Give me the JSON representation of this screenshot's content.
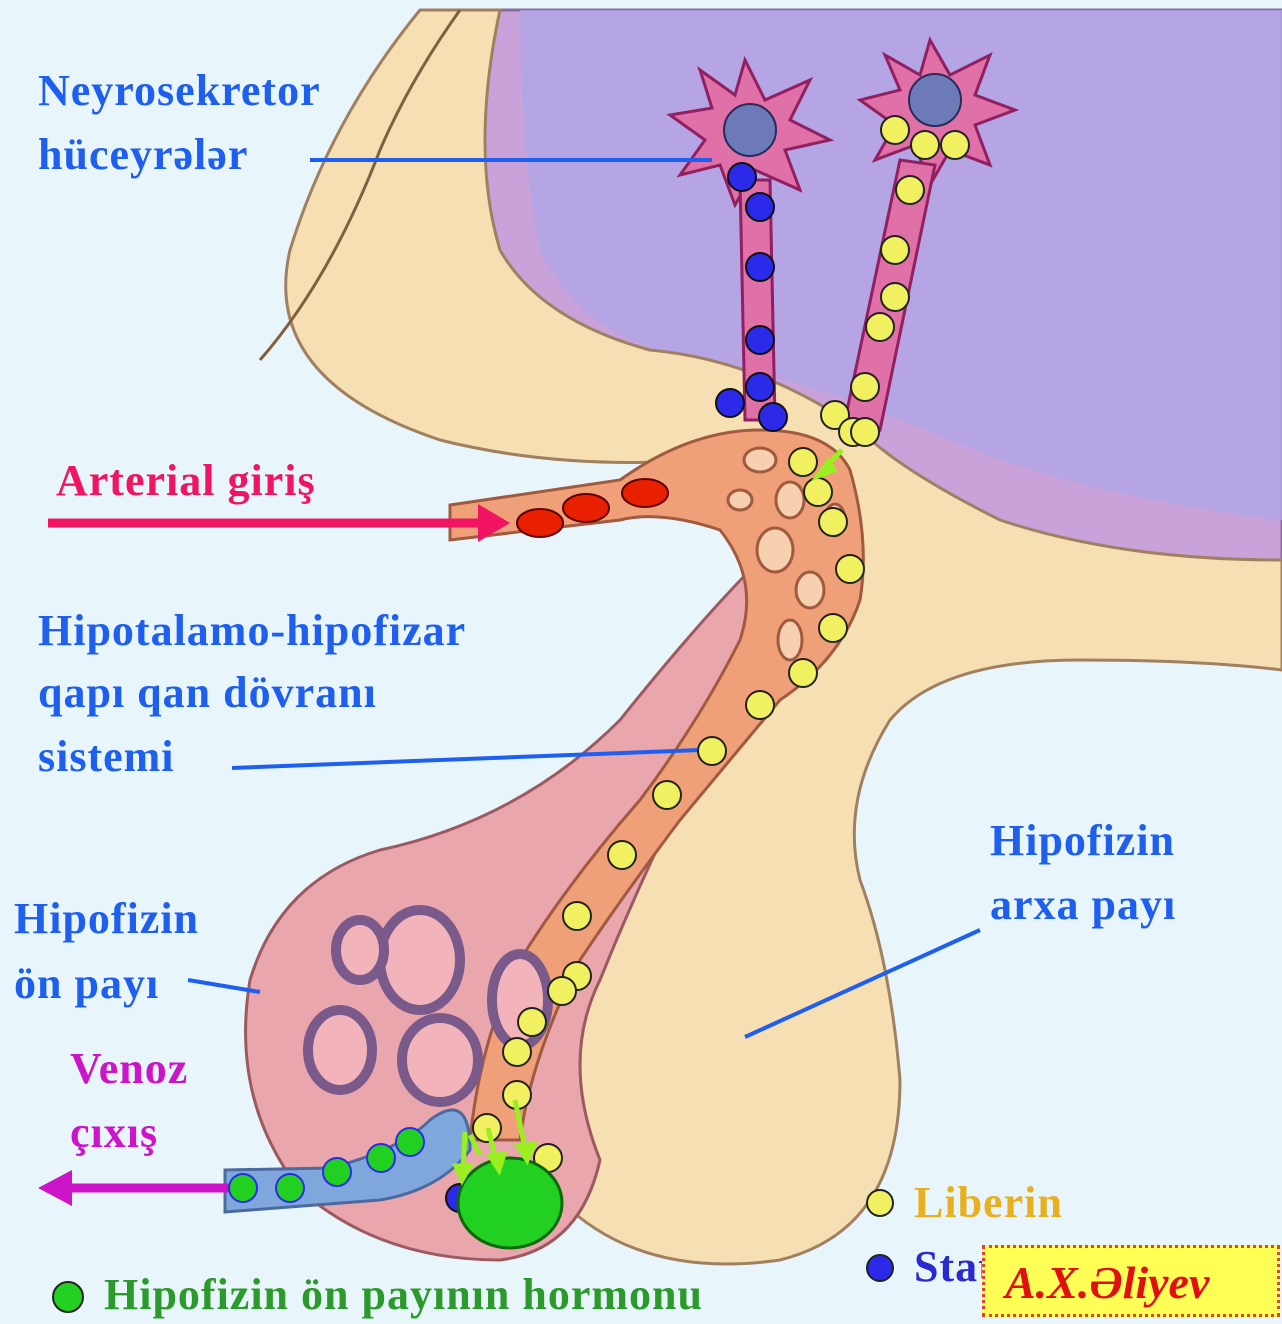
{
  "labels": {
    "neurosecretory_1": "Neyrosekretor",
    "neurosecretory_2": "hüceyrələr",
    "arterial_inflow": "Arterial giriş",
    "portal_1": "Hipotalamo-hipofizar",
    "portal_2": "qapı qan dövranı",
    "portal_3": "sistemi",
    "posterior_1": "Hipofizin",
    "posterior_2": "arxa payı",
    "anterior_1": "Hipofizin",
    "anterior_2": "ön payı",
    "venous_1": "Venoz",
    "venous_2": "çıxış"
  },
  "legend": {
    "liberin": "Liberin",
    "statin": "Statin",
    "hormone": "Hipofizin ön payının hormonu"
  },
  "author": "A.X.Əliyev",
  "colors": {
    "liberin": "#f0f060",
    "statin": "#2a2ae8",
    "hormone": "#22d022",
    "erythrocyte": "#e82000",
    "label_blue": "#1f5ff0",
    "arrow_arterial": "#f01462",
    "arrow_venous": "#cc14c8"
  }
}
